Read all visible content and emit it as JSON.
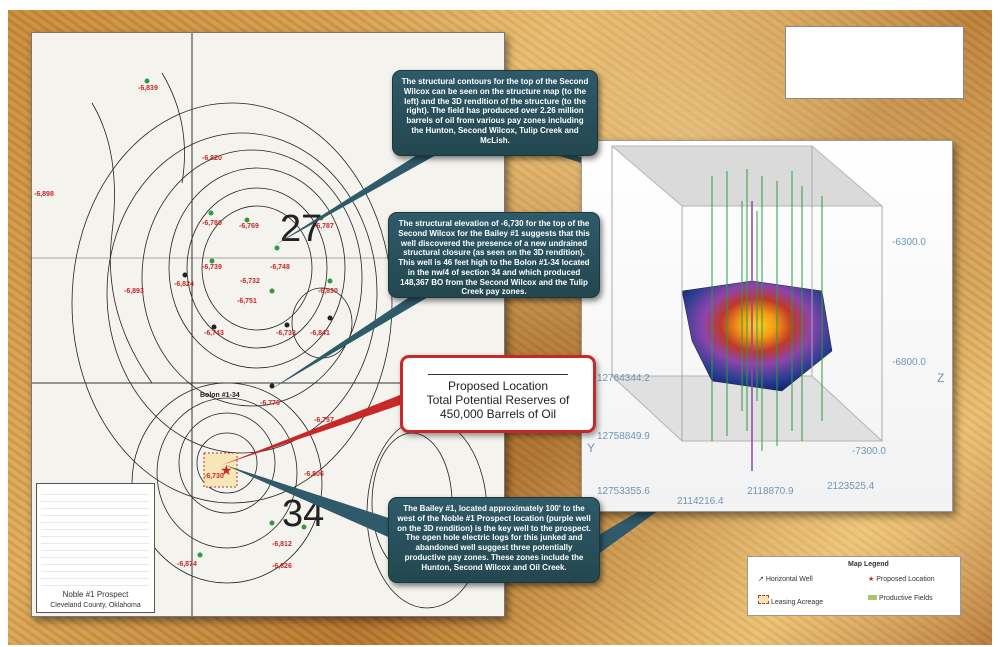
{
  "callouts": {
    "top": "The structural contours for the top of the Second Wilcox can be seen on the structure map (to the left) and the 3D rendition of the structure (to the right). The field has produced over 2.26 million barrels of oil from various pay zones including the Hunton, Second Wilcox, Tulip Creek and McLish.",
    "middle": "The structural elevation of -6,730 for the top of the Second Wilcox for the Bailey #1 suggests that this well discovered the presence of a new undrained structural closure (as seen on the 3D rendition). This well is 46 feet high to the Bolon #1-34 located in the nw/4 of section 34 and which produced 148,367 BO from the Second Wilcox and the Tulip Creek pay zones.",
    "bottom": "The Bailey #1, located approximately 100' to the west of the Noble #1 Prospect location (purple well on the 3D rendition) is the key well to the prospect. The open hole electric logs for this junked and abandoned well suggest three potentially productive pay zones. These zones include the Hunton, Second Wilcox and Oil Creek."
  },
  "proposed": {
    "line1": "Proposed Location",
    "line2": "Total Potential Reserves of",
    "line3": "450,000 Barrels of Oil"
  },
  "map": {
    "sections": [
      "27",
      "34"
    ],
    "well_name": "Bolon #1-34",
    "prospect_title": "Noble #1 Prospect",
    "prospect_location": "Cleveland County, Oklahoma",
    "elevations": [
      "-6,839",
      "-6,820",
      "-6,780",
      "-6,769",
      "-6,787",
      "-6,739",
      "-6,748",
      "-6,732",
      "-6,751",
      "-6,824",
      "-6,898",
      "-6,893",
      "-6,743",
      "-6,733",
      "-6,841",
      "-6,830",
      "-6,776",
      "-6,757",
      "-6,730",
      "-6,806",
      "-6,812",
      "-6,826",
      "-6,874"
    ]
  },
  "render3d": {
    "z_axis": "Z",
    "y_axis": "Y",
    "ticks": [
      "-6300.0",
      "-6800.0",
      "-7300.0",
      "12764344.2",
      "12758849.9",
      "12753355.6",
      "2114216.4",
      "2118870.9",
      "2123525.4"
    ]
  },
  "legend": {
    "title": "Map Legend",
    "items": [
      "Horizontal Well",
      "Proposed Location",
      "Leasing Acreage",
      "Productive Fields"
    ]
  },
  "colors": {
    "callout_bg": "#2f5a6a",
    "proposed_border": "#c82828",
    "red_text": "#c82828"
  }
}
